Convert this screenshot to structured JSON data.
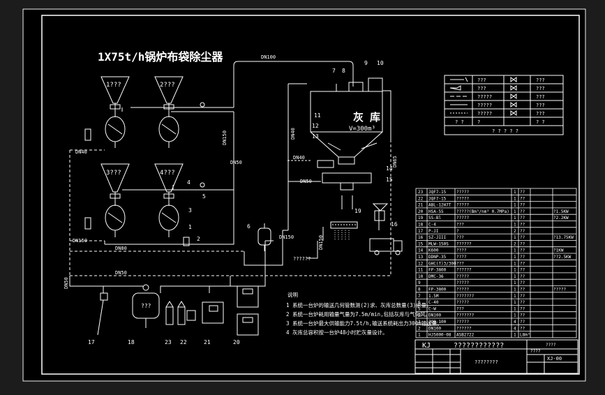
{
  "drawing": {
    "title": "1X75t/h锅炉布袋除尘器",
    "ash_silo_label": "灰 库",
    "ash_silo_volume": "V=300m³",
    "pipe_dn100": "DN100",
    "pipe_dn80": "DN80",
    "pipe_dn50": "DN50",
    "pipe_dn40": "DN40",
    "pipe_dn150": "DN150",
    "pipe_dn40_vert": "DN40",
    "pipe_dn50_vert": "DN50",
    "pipe_dn150_vert": "DN150",
    "pipe_dn65_vert": "DN65",
    "pipe_dn40_2": "DN40",
    "pipe_dn150_2": "DN150",
    "pipe_dn50_2": "DN50",
    "pipe_dn50_3": "DN50",
    "pipe_label_dn150_side": "DN150",
    "vessel_labels": [
      "1???",
      "2???",
      "3???",
      "4???"
    ],
    "unknown_text": "??????",
    "receiver_label": "???",
    "notes_title": "说明",
    "notes": [
      "1  系统一台炉的输送几何管数测(2)求、灰库总数量(3)求量。",
      "2  系统一台炉耗用输量气量为7.5m/min,包括灰库与气化风。",
      "3  系统一台炉最大供输能力7.5t/h,输送系统耗出力300m输送量。",
      "4  灰库总容积按一台炉48小时贮灰量设计。"
    ],
    "callouts": [
      "1",
      "2",
      "3",
      "4",
      "5",
      "6",
      "7",
      "8",
      "9",
      "10",
      "11",
      "12",
      "13",
      "14",
      "15",
      "16",
      "17",
      "18",
      "19",
      "20",
      "21",
      "22",
      "23"
    ]
  },
  "legend_table": {
    "rows": [
      [
        "",
        "???",
        "",
        "???"
      ],
      [
        "",
        "???",
        "",
        "???"
      ],
      [
        "",
        "?????",
        "",
        "???"
      ],
      [
        "",
        "?????",
        "",
        "???"
      ],
      [
        "",
        "?????",
        "",
        "???"
      ],
      [
        "? ?",
        "?",
        "",
        "? ?"
      ]
    ],
    "footer": "? ? ? ? ?"
  },
  "parts_list": {
    "rows": [
      [
        "23",
        "JQF7-15",
        "?????",
        "1",
        "??",
        ""
      ],
      [
        "22",
        "JQF7-15",
        "?????",
        "1",
        "??",
        ""
      ],
      [
        "21",
        "ABL-12H7T",
        "?????",
        "1",
        "??",
        ""
      ],
      [
        "20",
        "HSA-55",
        "?????(Bm³/nm³ 0.7MPa)",
        "1",
        "??",
        "?1.5KW"
      ],
      [
        "19",
        "SS-Bl",
        "?????",
        "1",
        "??",
        "?2.2KW"
      ],
      [
        "18",
        "C-4",
        "???",
        "1",
        "??",
        ""
      ],
      [
        "17",
        "P-JI",
        "?",
        "2",
        "??",
        ""
      ],
      [
        "16",
        "SZ-JIII",
        "???",
        "1",
        "??",
        "?13.75KW"
      ],
      [
        "15",
        "MLW-150S",
        "??????",
        "2",
        "??",
        ""
      ],
      [
        "14",
        "K600",
        "????",
        "1",
        "??",
        "?1KW"
      ],
      [
        "13",
        "DDNP-35",
        "????",
        "1",
        "??",
        "??2.5KW"
      ],
      [
        "12",
        "GHC(T)3/300",
        "???",
        "1",
        "??",
        ""
      ],
      [
        "11",
        "FP-3800",
        "??????",
        "1",
        "??",
        ""
      ],
      [
        "10",
        "DMC-36",
        "?????",
        "1",
        "??",
        ""
      ],
      [
        "9",
        "",
        "?????",
        "1",
        "??",
        ""
      ],
      [
        "8",
        "FP-3800",
        "?????",
        "1",
        "??",
        "?????"
      ],
      [
        "7",
        "1.5M",
        "???????",
        "1",
        "??",
        ""
      ],
      [
        "6",
        "C-40",
        "?????",
        "1",
        "??",
        ""
      ],
      [
        "5",
        "C-W",
        "???",
        "1",
        "??",
        ""
      ],
      [
        "4",
        "DN100",
        "???????",
        "1",
        "??",
        ""
      ],
      [
        "3",
        "JQ8-100",
        "?????",
        "4",
        "??",
        ""
      ],
      [
        "2",
        "DN100",
        "??????",
        "4",
        "??",
        ""
      ],
      [
        "1",
        "HJ5000-08",
        "ASB2722",
        "1",
        "L8m³",
        ""
      ]
    ],
    "header_kj": "KJ",
    "header_title": "????????????",
    "sheet_code": "XJ-00",
    "drawing_name": "????????",
    "misc1": "????",
    "misc2": "????"
  },
  "colors": {
    "background": "#000000",
    "margin": "#1c1c1c",
    "line": "#ffffff",
    "accent": "#ff3333"
  }
}
